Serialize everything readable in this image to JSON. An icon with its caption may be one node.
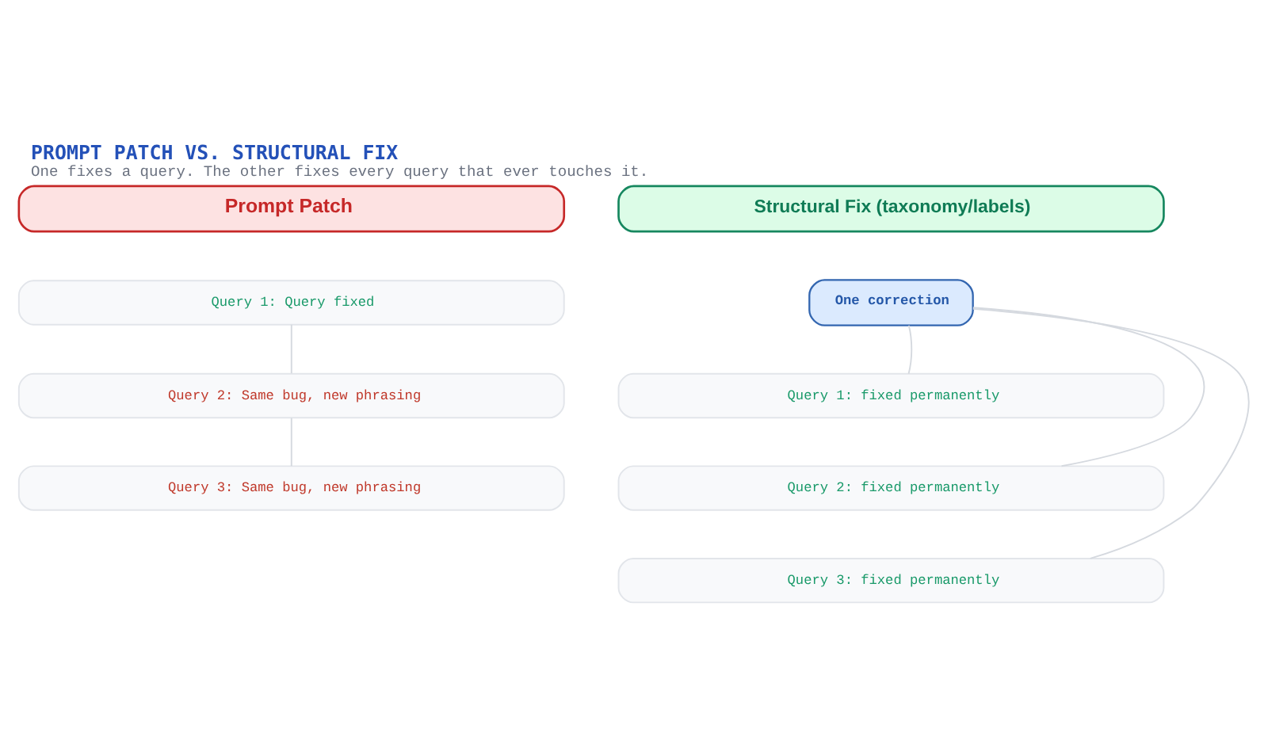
{
  "diagram": {
    "title": "PROMPT PATCH VS. STRUCTURAL FIX",
    "caption": "One fixes a query. The other fixes every query that ever touches it.",
    "nodes": [
      {
        "text": [
          "Prompt Patch"
        ]
      },
      {
        "text": [
          "Query 1: Query fixed"
        ]
      },
      {
        "text": [
          "Query 2: Same bug, new phrasing"
        ]
      },
      {
        "text": [
          "Query 3: Same bug, new phrasing"
        ]
      },
      {
        "text": [
          "Structural Fix (taxonomy/labels)"
        ]
      },
      {
        "text": [
          "One correction"
        ]
      },
      {
        "text": [
          "Query 1: fixed permanently"
        ]
      },
      {
        "text": [
          "Query 2: fixed permanently"
        ]
      },
      {
        "text": [
          "Query 3: fixed permanently"
        ]
      }
    ],
    "edges": [
      {
        "from": 1,
        "to": 2,
        "arrow": "none"
      },
      {
        "from": 2,
        "to": 3,
        "arrow": "none"
      },
      {
        "from": 5,
        "to": 6,
        "arrow": "none"
      },
      {
        "from": 5,
        "to": 7,
        "arrow": "none"
      },
      {
        "from": 5,
        "to": 8,
        "arrow": "none"
      }
    ]
  }
}
